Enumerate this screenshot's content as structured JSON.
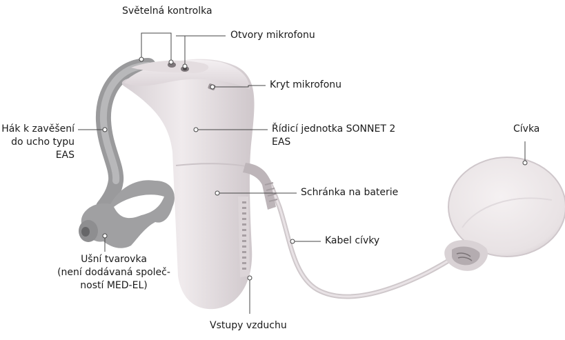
{
  "labels": {
    "indicator_light": "Světelná kontrolka",
    "mic_openings": "Otvory mikrofonu",
    "mic_cover": "Kryt mikrofonu",
    "ear_hook": [
      "Hák k zavěšení",
      "do ucho typu",
      "EAS"
    ],
    "control_unit": [
      "Řídicí jednotka SONNET 2",
      "EAS"
    ],
    "coil": "Cívka",
    "battery_pack": "Schránka na baterie",
    "coil_cable": "Kabel cívky",
    "earmold": [
      "Ušní tvarovka",
      "(není dodávaná společ-",
      "ností MED-EL)"
    ],
    "air_inlets": "Vstupy vzduchu"
  },
  "colors": {
    "device_body": "#ece7e9",
    "device_shadow": "#c9c2c6",
    "hook_gray": "#9b9b9d",
    "coil_face": "#f1eced",
    "leader_line": "#444444"
  }
}
